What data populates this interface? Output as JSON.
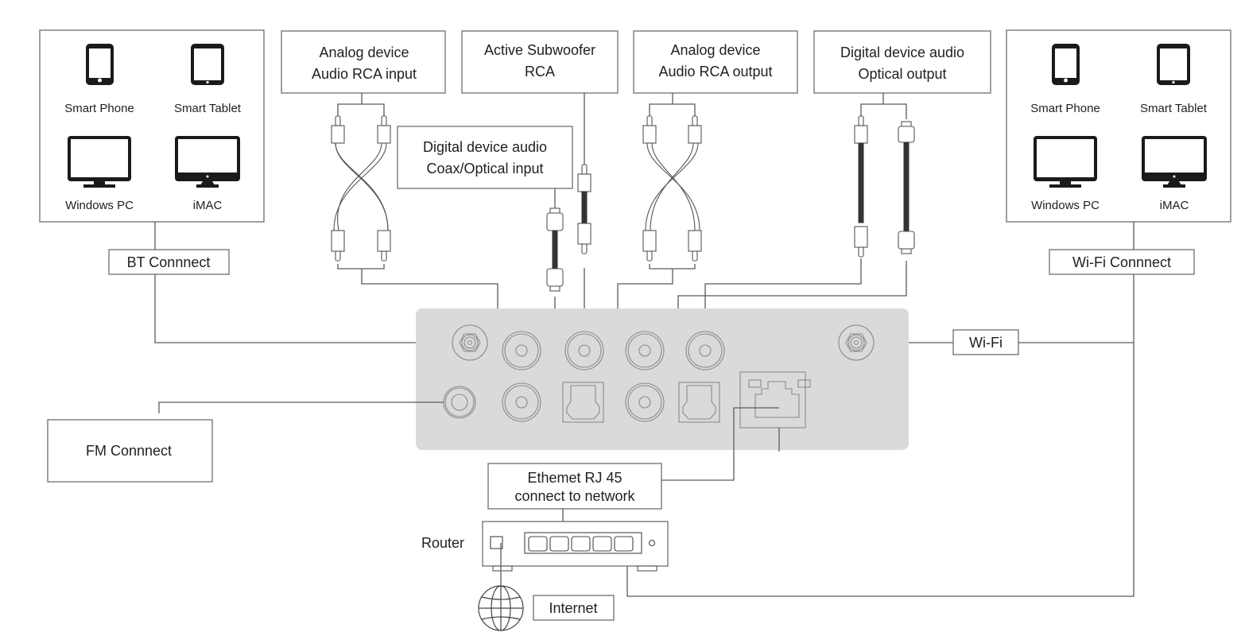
{
  "device_groups": {
    "bt": {
      "devices": [
        {
          "label": "Smart Phone",
          "icon": "smartphone-icon"
        },
        {
          "label": "Smart Tablet",
          "icon": "tablet-icon"
        },
        {
          "label": "Windows PC",
          "icon": "monitor-icon"
        },
        {
          "label": "iMAC",
          "icon": "imac-icon"
        }
      ],
      "connect_label": "BT Connnect"
    },
    "wifi": {
      "devices": [
        {
          "label": "Smart Phone",
          "icon": "smartphone-icon"
        },
        {
          "label": "Smart Tablet",
          "icon": "tablet-icon"
        },
        {
          "label": "Windows PC",
          "icon": "monitor-icon"
        },
        {
          "label": "iMAC",
          "icon": "imac-icon"
        }
      ],
      "connect_label": "Wi-Fi Connnect"
    }
  },
  "sources": {
    "analog_input": {
      "line1": "Analog device",
      "line2": "Audio RCA input"
    },
    "subwoofer": {
      "line1": "Active Subwoofer",
      "line2": "RCA"
    },
    "digital_input": {
      "line1": "Digital device audio",
      "line2": "Coax/Optical input"
    },
    "analog_output": {
      "line1": "Analog device",
      "line2": "Audio RCA output"
    },
    "digital_output": {
      "line1": "Digital device audio",
      "line2": "Optical output"
    }
  },
  "labels": {
    "wifi_antenna": "Wi-Fi",
    "fm": "FM Connnect",
    "ethernet_line1": "Ethemet RJ 45",
    "ethernet_line2": "connect to network",
    "router": "Router",
    "internet": "Internet"
  },
  "colors": {
    "panel": "#d9dbda",
    "line": "#5a5a5a",
    "cable": "#333333"
  }
}
